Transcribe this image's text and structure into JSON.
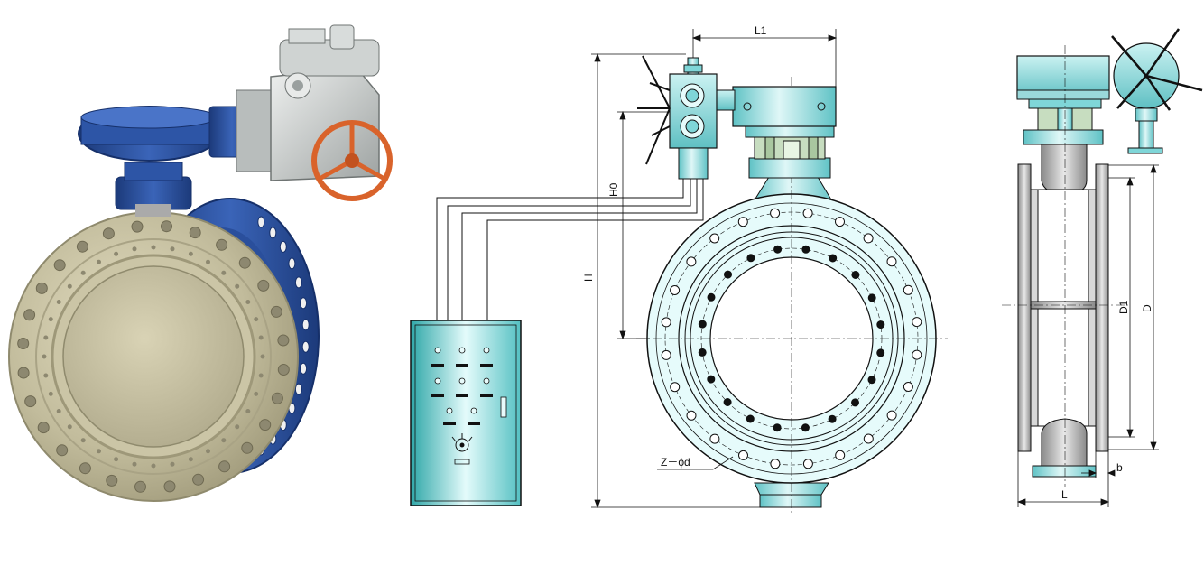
{
  "colors": {
    "steel": "#c8c3a0",
    "steel_dark": "#9b9678",
    "blue": "#2d55a6",
    "blue_dark": "#1d3a78",
    "teal": "#7fd6d8",
    "teal_light": "#cdf1f1",
    "teal_dark": "#3c8f93",
    "grey_actuator": "#c9cdcc",
    "red_handwheel": "#d9632b",
    "line": "#111111",
    "pale_green": "#c7ddc0"
  },
  "dimensions": {
    "L1": "L1",
    "H0": "H0",
    "H": "H",
    "Z_phi_d": "Z－ϕd",
    "D1": "D1",
    "D": "D",
    "b": "b",
    "L": "L"
  }
}
